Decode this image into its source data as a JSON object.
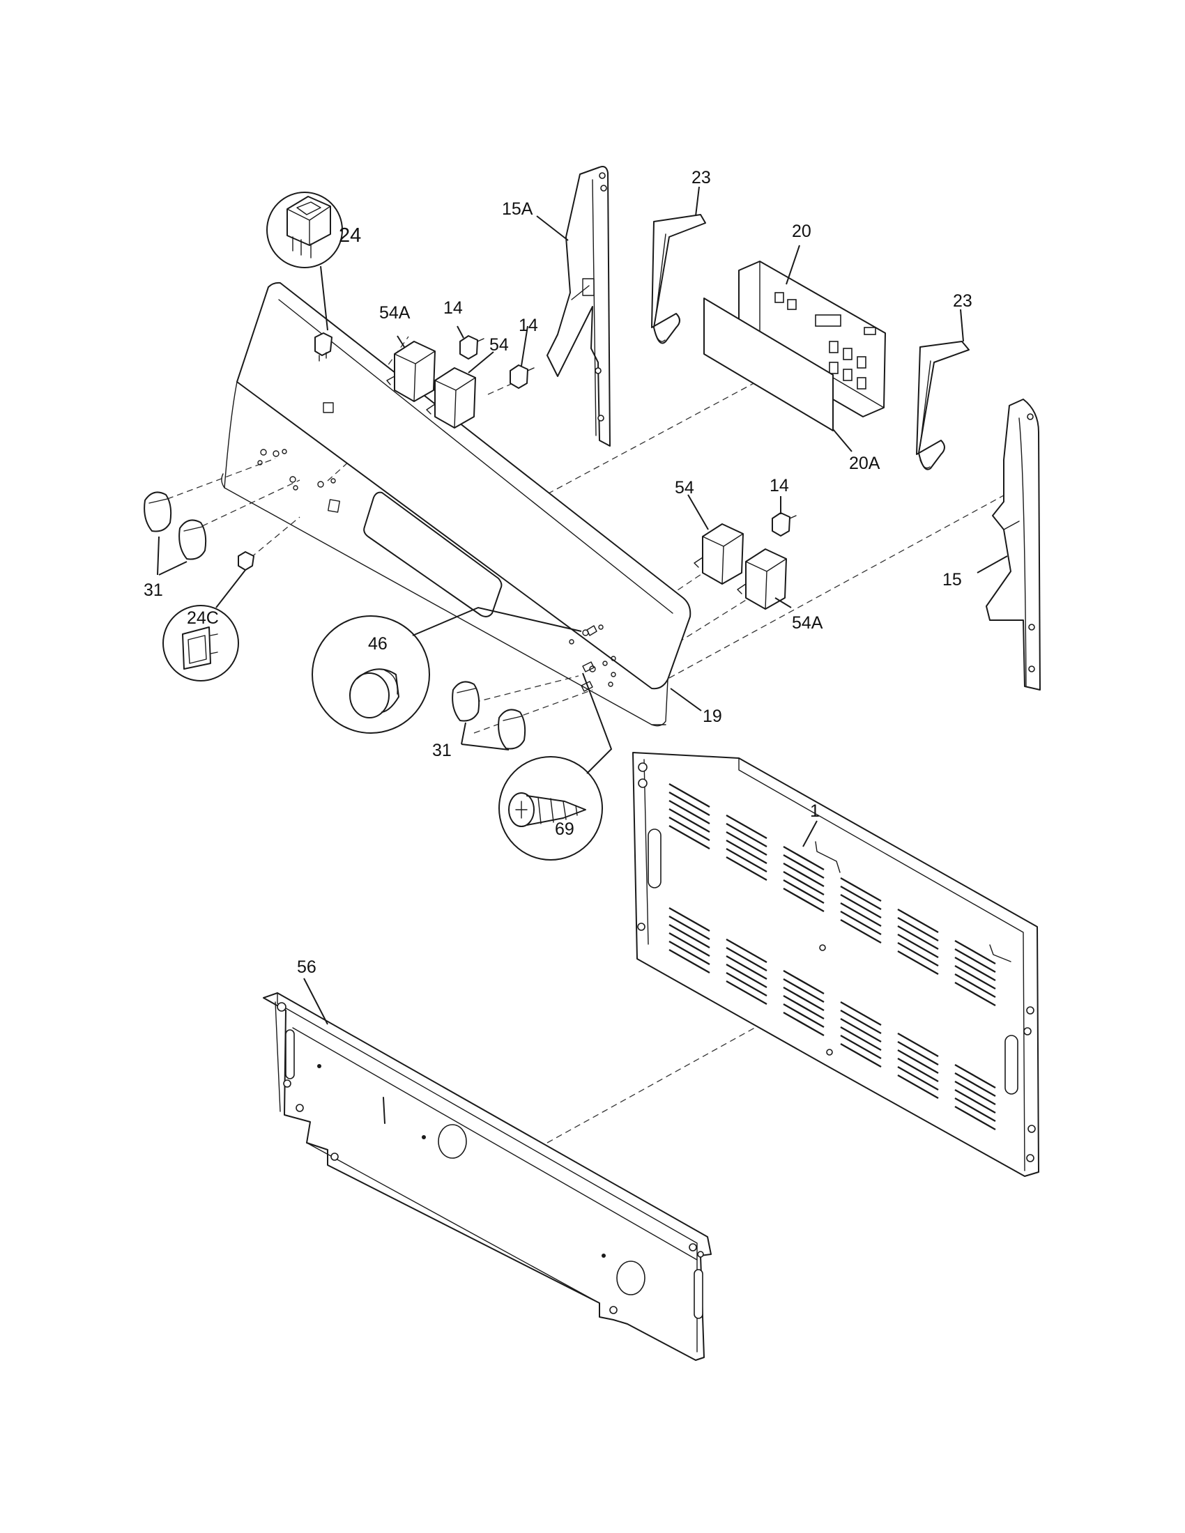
{
  "diagram": {
    "labels": {
      "p1": "1",
      "p14a": "14",
      "p14b": "14",
      "p14c": "14",
      "p15": "15",
      "p15A": "15A",
      "p19": "19",
      "p20": "20",
      "p20A": "20A",
      "p23a": "23",
      "p23b": "23",
      "p24": "24",
      "p24C": "24C",
      "p31a": "31",
      "p31b": "31",
      "p46": "46",
      "p54a": "54",
      "p54b": "54",
      "p54Aa": "54A",
      "p54Ab": "54A",
      "p56": "56",
      "p69": "69"
    }
  }
}
